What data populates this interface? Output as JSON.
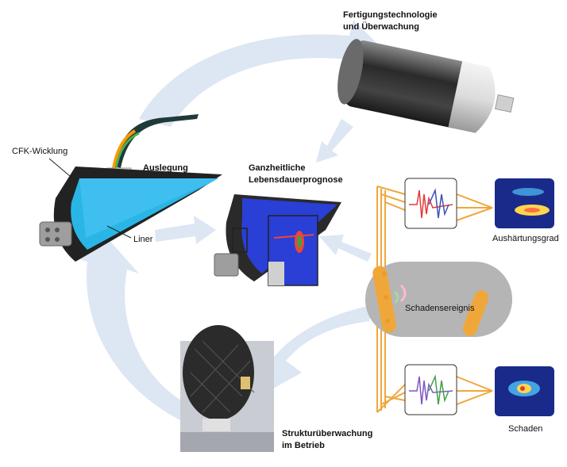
{
  "labels": {
    "manufacturing": [
      "Fertigungstechnologie",
      "und Überwachung"
    ],
    "design": "Auslegung",
    "lifetime": [
      "Ganzheitliche",
      "Lebensdauerprognose"
    ],
    "monitoring": [
      "Strukturüberwachung",
      "im Betrieb"
    ],
    "winding": "CFK-Wicklung",
    "liner": "Liner",
    "curing": "Aushärtungsgrad",
    "damage_event": "Schadensereignis",
    "damage": "Schaden"
  },
  "colors": {
    "cycle_arrow": "#dde6f3",
    "liner": "#29b6e6",
    "wires": "#f0a73a",
    "signal_red": "#e53935",
    "signal_blue": "#3f51b5",
    "signal_green": "#43a047",
    "heatmap_bg": "#1a2a8a"
  }
}
